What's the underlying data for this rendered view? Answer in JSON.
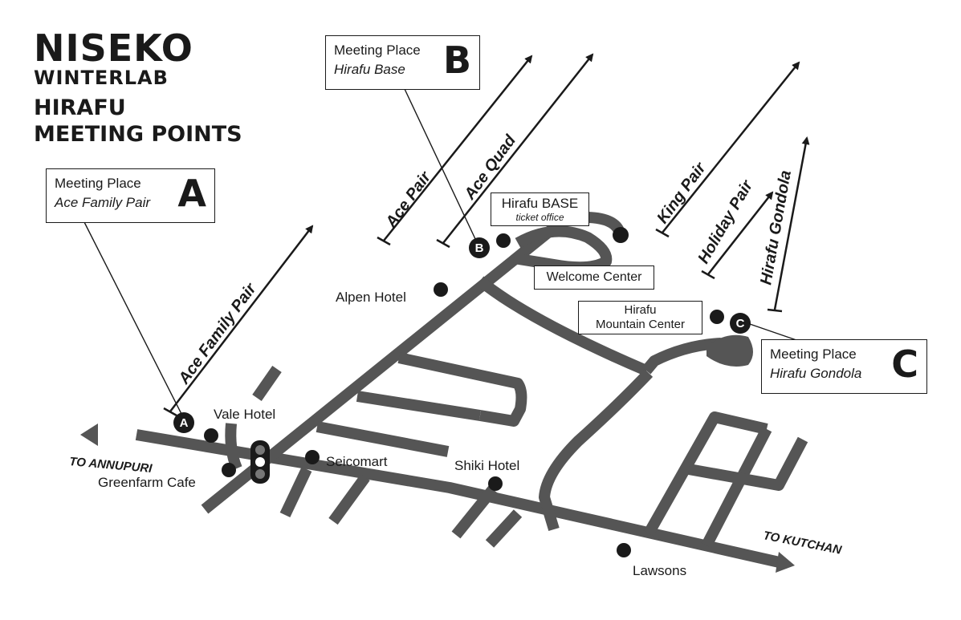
{
  "brand": {
    "name": "NISEKO",
    "sub": "WINTERLAB"
  },
  "title": {
    "line1": "HIRAFU",
    "line2": "MEETING POINTS"
  },
  "meeting_places": {
    "a": {
      "line1": "Meeting Place",
      "line2": "Ace Family Pair",
      "letter": "A"
    },
    "b": {
      "line1": "Meeting Place",
      "line2": "Hirafu Base",
      "letter": "B"
    },
    "c": {
      "line1": "Meeting Place",
      "line2": "Hirafu Gondola",
      "letter": "C"
    }
  },
  "markers": {
    "a": "A",
    "b": "B",
    "c": "C"
  },
  "lifts": {
    "ace_family_pair": "Ace Family Pair",
    "ace_pair": "Ace Pair",
    "ace_quad": "Ace Quad",
    "king_pair": "King Pair",
    "holiday_pair": "Holiday Pair",
    "hirafu_gondola": "Hirafu Gondola"
  },
  "places": {
    "hirafu_base": "Hirafu BASE",
    "ticket_office": "ticket office",
    "welcome_center": "Welcome Center",
    "mountain_center_line1": "Hirafu",
    "mountain_center_line2": "Mountain Center",
    "alpen_hotel": "Alpen Hotel",
    "vale_hotel": "Vale Hotel",
    "greenfarm_cafe": "Greenfarm Cafe",
    "seicomart": "Seicomart",
    "shiki_hotel": "Shiki Hotel",
    "lawsons": "Lawsons"
  },
  "directions": {
    "annupuri": "TO ANNUPURI",
    "kutchan": "TO KUTCHAN"
  },
  "colors": {
    "road": "#555555",
    "ink": "#1a1a1a",
    "background": "#ffffff"
  }
}
